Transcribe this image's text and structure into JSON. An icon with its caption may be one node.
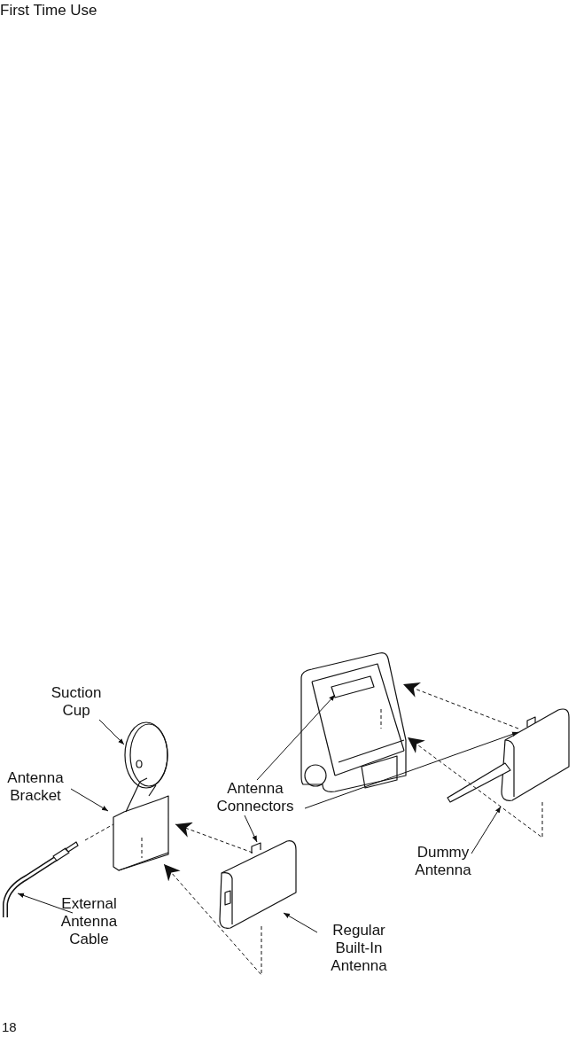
{
  "diagram": {
    "title": "First Time Use",
    "nodes": [
      {
        "text": [
          "Suction Cup"
        ]
      },
      {
        "text": [
          "Antenna Bracket"
        ]
      },
      {
        "text": [
          "Antenna Connectors"
        ]
      },
      {
        "text": [
          "External Antenna Cable"
        ]
      },
      {
        "text": [
          "Dummy Antenna"
        ]
      },
      {
        "text": [
          "Regular Built-In Antenna"
        ]
      },
      {
        "text": [],
        "shape": "picture"
      },
      {
        "text": [],
        "shape": "picture"
      },
      {
        "text": [],
        "shape": "picture"
      },
      {
        "text": [],
        "shape": "picture"
      },
      {
        "text": [],
        "shape": "picture"
      },
      {
        "text": [],
        "shape": "picture"
      }
    ],
    "edges": [
      {
        "from": 0,
        "to": 6,
        "arrow": "to"
      },
      {
        "from": 1,
        "to": 7,
        "arrow": "to"
      },
      {
        "from": 2,
        "to": 10,
        "arrow": "to"
      },
      {
        "from": 2,
        "to": 9,
        "arrow": "to"
      },
      {
        "from": 2,
        "to": 11,
        "arrow": "to"
      },
      {
        "from": 3,
        "to": 8,
        "arrow": "to"
      },
      {
        "from": 4,
        "to": 11,
        "arrow": "to"
      },
      {
        "from": 5,
        "to": 9,
        "arrow": "to"
      },
      {
        "from": 9,
        "to": 7,
        "arrow": "to",
        "style": "dashed"
      },
      {
        "from": 9,
        "to": 7,
        "arrow": "to",
        "style": "dashed"
      },
      {
        "from": 11,
        "to": 10,
        "arrow": "to",
        "style": "dashed"
      },
      {
        "from": 11,
        "to": 10,
        "arrow": "to",
        "style": "dashed"
      },
      {
        "from": 8,
        "to": 7,
        "arrow": "none",
        "style": "dashed"
      }
    ],
    "labels": [
      "18"
    ]
  }
}
